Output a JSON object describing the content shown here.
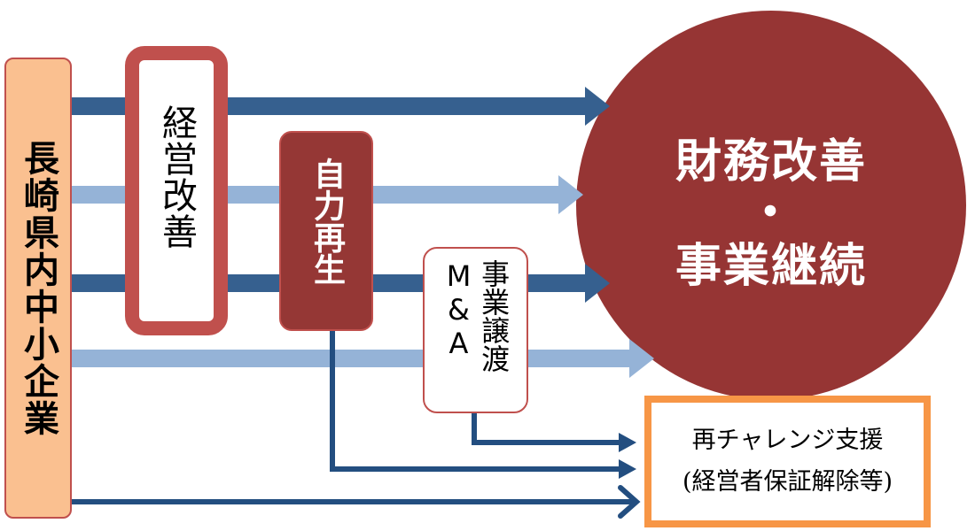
{
  "colors": {
    "dark_arrow": "#36608f",
    "light_arrow": "#95b3d7",
    "thin_arrow": "#234e80",
    "sme_fill": "#fac090",
    "box_border": "#c0504d",
    "rebuild_fill": "#953735",
    "goal_circle": "#963534",
    "rechallenge_border": "#f79646"
  },
  "nodes": {
    "sme": "長崎県内中小企業",
    "management_improvement": "経営改善",
    "self_rebuild": "自力再生",
    "mna": "M&A",
    "business_transfer": "事業譲渡",
    "goal": {
      "line1": "財務改善",
      "line2": "・",
      "line3": "事業継続"
    },
    "rechallenge": {
      "line1": "再チャレンジ支援",
      "line2": "(経営者保証解除等)"
    }
  }
}
